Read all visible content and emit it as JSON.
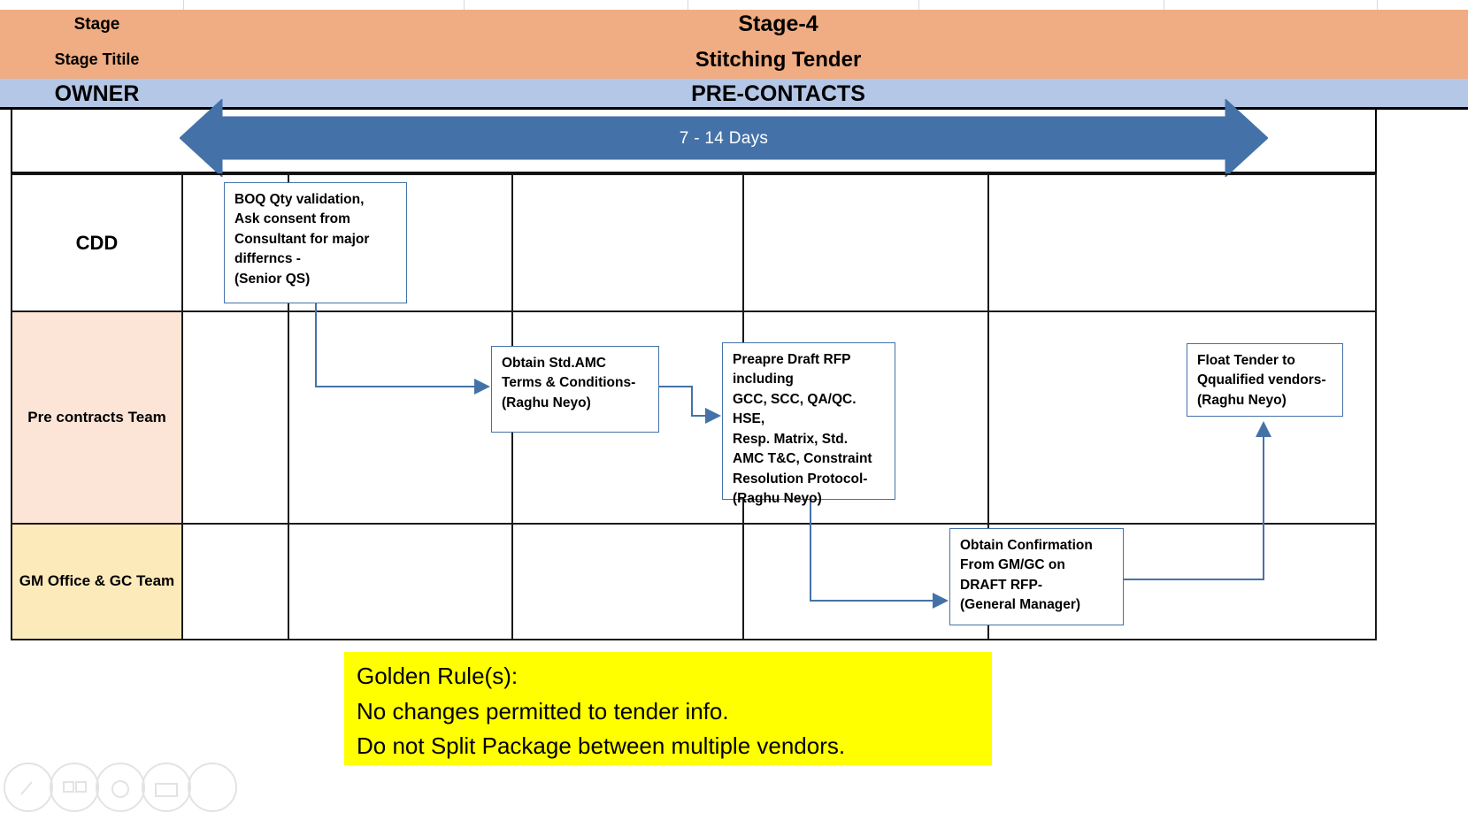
{
  "header": {
    "stage_row_label": "Stage",
    "stage_title_row_label": "Stage Titile",
    "stage_number": "Stage-4",
    "stage_title": "Stitching Tender",
    "owner_label": "OWNER",
    "owner_value": "PRE-CONTACTS",
    "duration": "7 - 14 Days",
    "band_color": "#f0ac82",
    "owner_band_color": "#b4c7e7",
    "arrow_color": "#4472a8"
  },
  "lanes": [
    {
      "label": "CDD",
      "bg": "#ffffff"
    },
    {
      "label": "Pre contracts Team",
      "bg": "#fce4d6"
    },
    {
      "label": "GM Office &\nGC Team",
      "bg": "#fdeaba"
    }
  ],
  "boxes": [
    {
      "id": "boq-validation",
      "lane": "CDD",
      "text": "BOQ Qty validation,\nAsk consent from\nConsultant for major\ndifferncs -\n(Senior QS)",
      "owner": "Senior QS"
    },
    {
      "id": "obtain-amc-terms",
      "lane": "Pre contracts Team",
      "text": "Obtain Std.AMC\nTerms & Conditions-\n(Raghu Neyo)",
      "owner": "Raghu Neyo"
    },
    {
      "id": "prepare-draft-rfp",
      "lane": "Pre contracts Team",
      "text": "Preapre Draft RFP\nincluding\nGCC, SCC, QA/QC. HSE,\nResp. Matrix, Std.\nAMC T&C, Constraint\nResolution Protocol-\n(Raghu Neyo)",
      "owner": "Raghu Neyo"
    },
    {
      "id": "obtain-confirmation",
      "lane": "GM Office & GC Team",
      "text": "Obtain Confirmation\nFrom GM/GC on\n DRAFT RFP-\n(General Manager)",
      "owner": "General Manager"
    },
    {
      "id": "float-tender",
      "lane": "Pre contracts Team",
      "text": "Float Tender to\nQqualified vendors-\n(Raghu Neyo)",
      "owner": "Raghu Neyo"
    }
  ],
  "golden_rules": {
    "text": "Golden Rule(s):\nNo changes permitted to tender info.\nDo not Split Package between multiple vendors.",
    "bg": "#ffff00"
  },
  "toolbar": {
    "icons": [
      "pen-icon",
      "layout-icon",
      "stamp-icon",
      "note-icon",
      "circle-icon"
    ]
  }
}
